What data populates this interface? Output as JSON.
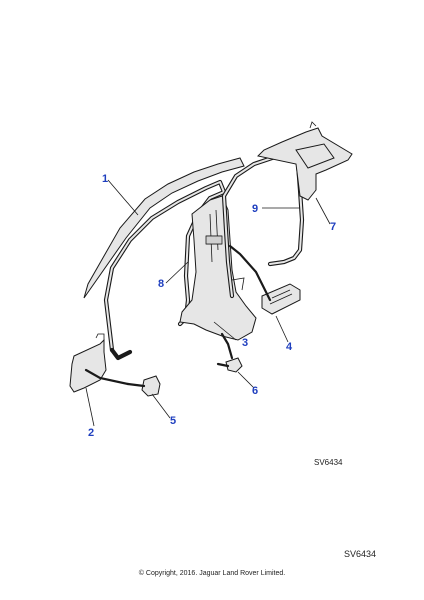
{
  "callouts": {
    "c1": "1",
    "c2": "2",
    "c3": "3",
    "c4": "4",
    "c5": "5",
    "c6": "6",
    "c7": "7",
    "c8": "8",
    "c9": "9"
  },
  "reference_small": "SV6434",
  "reference_large": "SV6434",
  "copyright": "© Copyright, 2016. Jaguar Land Rover Limited.",
  "colors": {
    "callout": "#1f3fbf",
    "part_fill": "#e6e6e6",
    "line": "#1a1a1a"
  }
}
